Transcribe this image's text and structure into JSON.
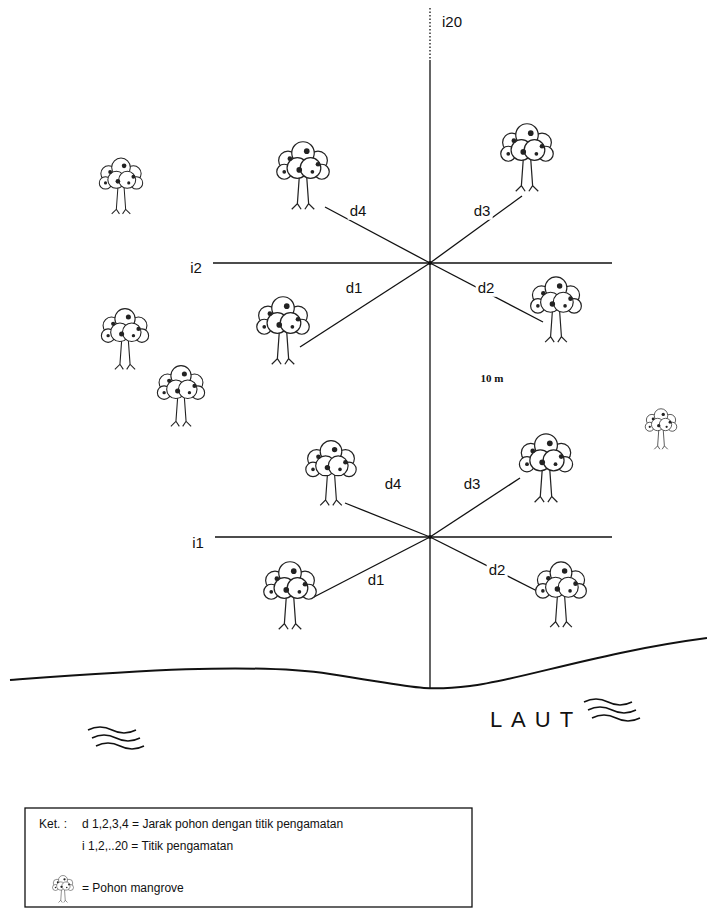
{
  "diagram": {
    "labels": [
      "i20",
      "d4",
      "d3",
      "i2",
      "d1",
      "d2",
      "10 m",
      "d4",
      "d3",
      "i1",
      "d1",
      "d2",
      "LAUT",
      "Ket. :"
    ],
    "legend": [
      {
        "text": "d 1,2,3,4 = Jarak pohon dengan titik pengamatan"
      },
      {
        "text": "i 1,2,..20 = Titik pengamatan"
      },
      {
        "text": "= Pohon mangrove"
      }
    ]
  }
}
